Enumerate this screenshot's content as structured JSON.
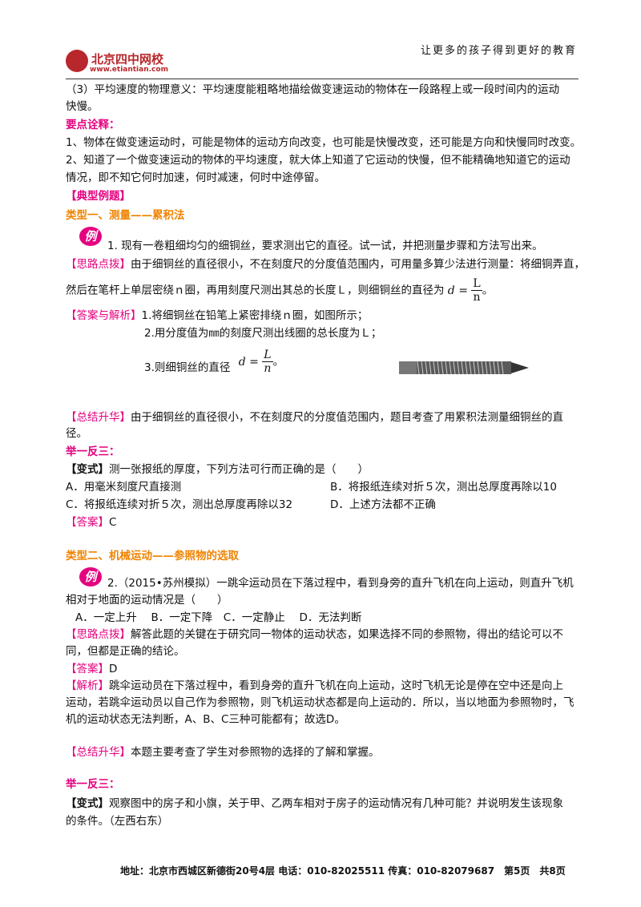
{
  "header": {
    "logo_text": "北京四中网校",
    "logo_url": "www.etiantian.com",
    "slogan": "让更多的孩子得到更好的教育"
  },
  "content": {
    "p3_line1": "（3）平均速度的物理意义：平均速度能粗略地描绘做变速运动的物体在一段路程上或一段时间内的运动",
    "p3_line2": "快慢。",
    "key_title": "要点诠释：",
    "key1": "1、物体在做变速运动时，可能是物体的运动方向改变，也可能是快慢改变，还可能是方向和快慢同时改变。",
    "key2_line1": "2、知道了一个做变速运动的物体的平均速度，就大体上知道了它运动的快慢，但不能精确地知道它的运动",
    "key2_line2": "情况，即不知它何时加速，何时减速，何时中途停留。",
    "typical_title": "【典型例题】",
    "type1_title": "类型一、测量——累积法",
    "ex_badge": "例",
    "q1": "1. 现有一卷粗细均匀的细铜丝，要求测出它的直径。试一试，并把测量步骤和方法写出来。",
    "hint_tag": "【思路点拨】",
    "hint1_line1": "由于细铜丝的直径很小，不在刻度尺的分度值范围内，可用量多算少法进行测量：将细铜弄直，",
    "hint1_line2": "然后在笔杆上单层密绕ｎ圈，再用刻度尺测出其总的长度Ｌ，则细铜丝的直径为",
    "formula_d": "d",
    "formula_eq": "=",
    "formula_L": "L",
    "formula_n": "n",
    "period": "。",
    "answer_tag": "【答案与解析】",
    "ans1_1": "1.将细铜丝在铅笔上紧密排绕ｎ圈，如图所示；",
    "ans1_2": "2.用分度值为㎜的刻度尺测出线圈的总长度为Ｌ；",
    "ans1_3": "3.则细铜丝的直径",
    "summary_tag": "【总结升华】",
    "sum1_line1": "由于细铜丝的直径很小，不在刻度尺的分度值范围内，题目考查了用累积法测量细铜丝的直",
    "sum1_line2": "径。",
    "practice_title": "举一反三：",
    "var_tag": "【变式】",
    "var1": "测一张报纸的厚度，下列方法可行而正确的是（　　）",
    "opt_a": "A．用毫米刻度尺直接测",
    "opt_b": "B．将报纸连续对折５次，测出总厚度再除以10",
    "opt_c": "C．将报纸连续对折５次，测出总厚度再除以32",
    "opt_d": "D．上述方法都不正确",
    "ans_tag": "【答案】",
    "var1_ans": "C",
    "type2_title": "类型二、机械运动——参照物的选取",
    "q2_line1": "2.（2015•苏州模拟）一跳伞运动员在下落过程中，看到身旁的直升飞机在向上运动，则直升飞机",
    "q2_line2": "相对于地面的运动情况是（　　）",
    "q2_opts": "A．一定上升　 B．一定下降　C．一定静止　 D．无法判断",
    "hint2_line1": "解答此题的关键在于研究同一物体的运动状态，如果选择不同的参照物，得出的结论可以不",
    "hint2_line2": "同，但都是正确的结论。",
    "q2_ans": "D",
    "analysis_tag": "【解析】",
    "ana_line1": "跳伞运动员在下落过程中，看到身旁的直升飞机在向上运动，这时飞机无论是停在空中还是向上",
    "ana_line2": "运动，若跳伞运动员以自己作为参照物，则飞机运动状态都是向上运动的．所以，当以地面为参照物时，飞",
    "ana_line3": "机的运动状态无法判断，A、B、C三种可能都有；故选D。",
    "sum2": "本题主要考查了学生对参照物的选择的了解和掌握。",
    "var2_line1": "观察图中的房子和小旗，关于甲、乙两车相对于房子的运动情况有几种可能？并说明发生该现象",
    "var2_line2": "的条件。（左西右东）"
  },
  "footer": {
    "text": "地址：北京市西城区新德街20号4层 电话：010-82025511 传真：010-82079687　第5页　共8页"
  }
}
